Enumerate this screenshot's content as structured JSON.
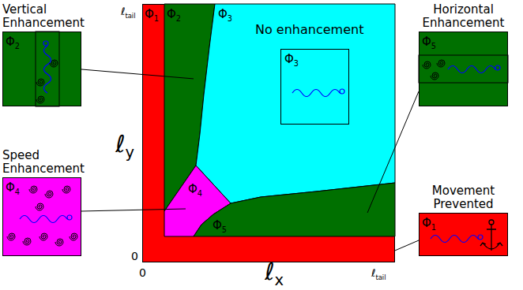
{
  "diagram": {
    "nodes": [
      {
        "text": [
          "Vertical Enhancement",
          "Φ2"
        ]
      },
      {
        "text": [
          "Φ1"
        ]
      },
      {
        "text": [
          "Φ2"
        ],
        "in": 1
      },
      {
        "text": [
          "Φ3",
          "No enhancement"
        ],
        "in": 1
      },
      {
        "text": [
          "Φ3"
        ],
        "in": 3
      },
      {
        "text": [
          "Φ4"
        ],
        "in": 1
      },
      {
        "text": [
          "Φ5"
        ],
        "in": 1
      },
      {
        "text": [
          "Horizontal Enhancement",
          "Φ5"
        ]
      },
      {
        "text": [
          "Speed Enhancement",
          "Φ4"
        ]
      },
      {
        "text": [
          "Movement Prevented",
          "Φ1"
        ]
      }
    ],
    "edges": [
      {
        "from": 0,
        "to": 2,
        "arrow": "none"
      },
      {
        "from": 7,
        "to": 6,
        "arrow": "none"
      },
      {
        "from": 8,
        "to": 5,
        "arrow": "none"
      },
      {
        "from": 9,
        "to": 1,
        "arrow": "none"
      }
    ],
    "labels": [
      "ℓtail",
      "ℓy",
      "0",
      "0",
      "ℓx",
      "ℓtail"
    ]
  }
}
